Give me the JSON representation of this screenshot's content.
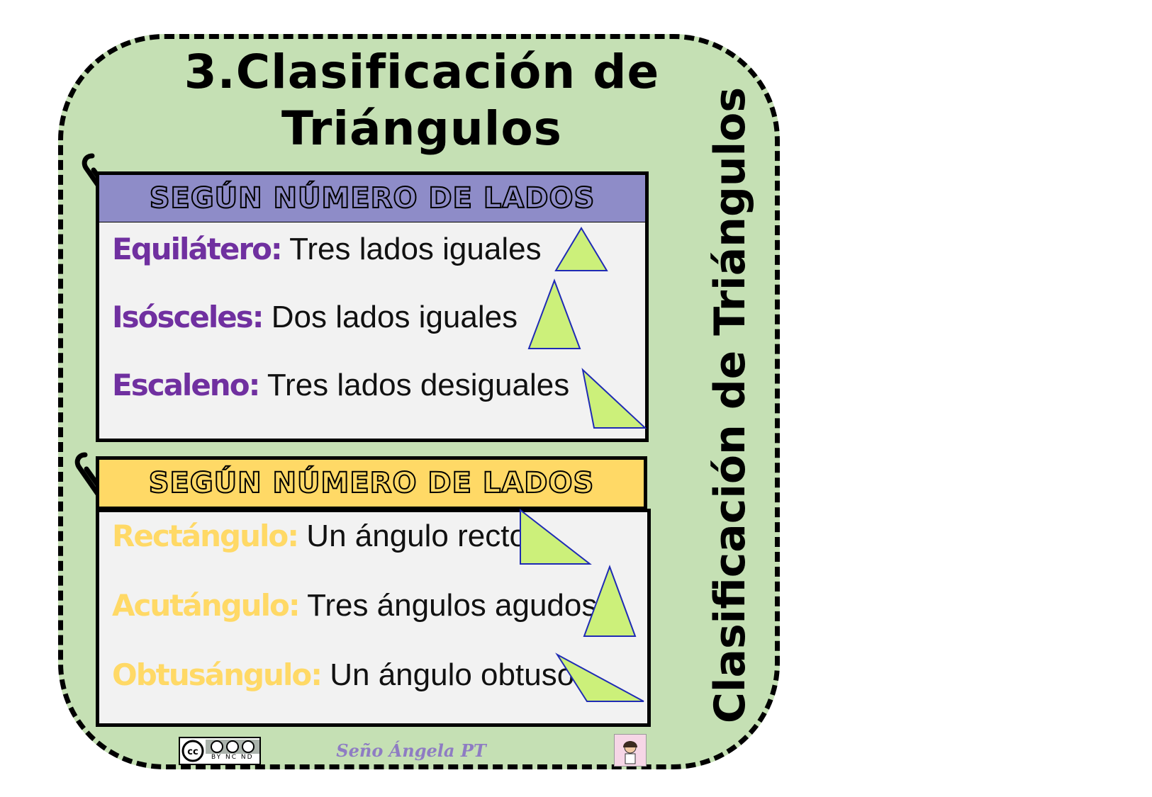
{
  "title": "3.Clasificación de Triángulos",
  "side_title": "Clasificación de Triángulos",
  "section1": {
    "header": "SEGÚN NÚMERO DE LADOS",
    "items": [
      {
        "term": "Equilátero",
        "sep": ":",
        "desc": "Tres lados iguales",
        "shape": "equilateral"
      },
      {
        "term": "Isósceles",
        "sep": ":",
        "desc": "Dos lados iguales",
        "shape": "isosceles"
      },
      {
        "term": "Escaleno",
        "sep": ":",
        "desc": "Tres lados desiguales",
        "shape": "scalene"
      }
    ]
  },
  "section2": {
    "header": "SEGÚN NÚMERO DE LADOS",
    "items": [
      {
        "term": "Rectángulo:",
        "desc": "Un ángulo recto",
        "shape": "right"
      },
      {
        "term": "Acutángulo:",
        "desc": "Tres ángulos agudos",
        "shape": "acute"
      },
      {
        "term": "Obtusángulo:",
        "desc": "Un ángulo obtuso",
        "shape": "obtuse"
      }
    ]
  },
  "footer": {
    "license_label": "BY NC ND",
    "author": "Seño Ángela PT"
  },
  "colors": {
    "card_bg": "#c5e0b4",
    "header1_bg": "#8e8cc8",
    "header2_bg": "#ffd966",
    "term1": "#7030a0",
    "term2": "#ffd966",
    "triangle_fill": "#ccf07a",
    "triangle_stroke": "#1f2bb5"
  }
}
